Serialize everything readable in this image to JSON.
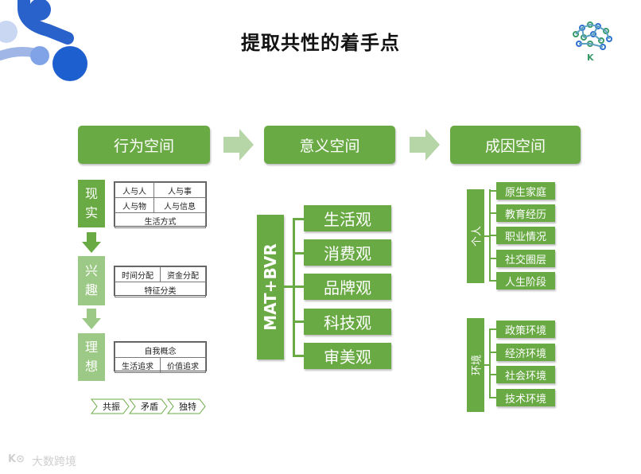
{
  "title": "提取共性的着手点",
  "logo_letter": "K",
  "headers": [
    "行为空间",
    "意义空间",
    "成因空间"
  ],
  "behavior": {
    "labels": [
      {
        "top": "现",
        "bottom": "实"
      },
      {
        "top": "兴",
        "bottom": "趣"
      },
      {
        "top": "理",
        "bottom": "想"
      }
    ],
    "reality_rows": [
      [
        "人与人",
        "人与事"
      ],
      [
        "人与物",
        "人与信息"
      ]
    ],
    "reality_full": "生活方式",
    "interest_row": [
      "时间分配",
      "资金分配"
    ],
    "interest_full": "特征分类",
    "ideal_full": "自我概念",
    "ideal_row": [
      "生活追求",
      "价值追求"
    ],
    "tags": [
      "共振",
      "矛盾",
      "独特"
    ]
  },
  "meaning": {
    "vertical": "MAT+BVR",
    "items": [
      "生活观",
      "消费观",
      "品牌观",
      "科技观",
      "审美观"
    ]
  },
  "cause": {
    "personal": {
      "label": "个人",
      "items": [
        "原生家庭",
        "教育经历",
        "职业情况",
        "社交圈层",
        "人生阶段"
      ]
    },
    "environment": {
      "label": "环境",
      "items": [
        "政策环境",
        "经济环境",
        "社会环境",
        "技术环境"
      ]
    }
  },
  "watermark": "大数跨境",
  "colors": {
    "green": "#6aaa45",
    "light_green": "#9cc985",
    "arrow": "#b7d6a7",
    "logo_blue": "#1e5fcf"
  }
}
